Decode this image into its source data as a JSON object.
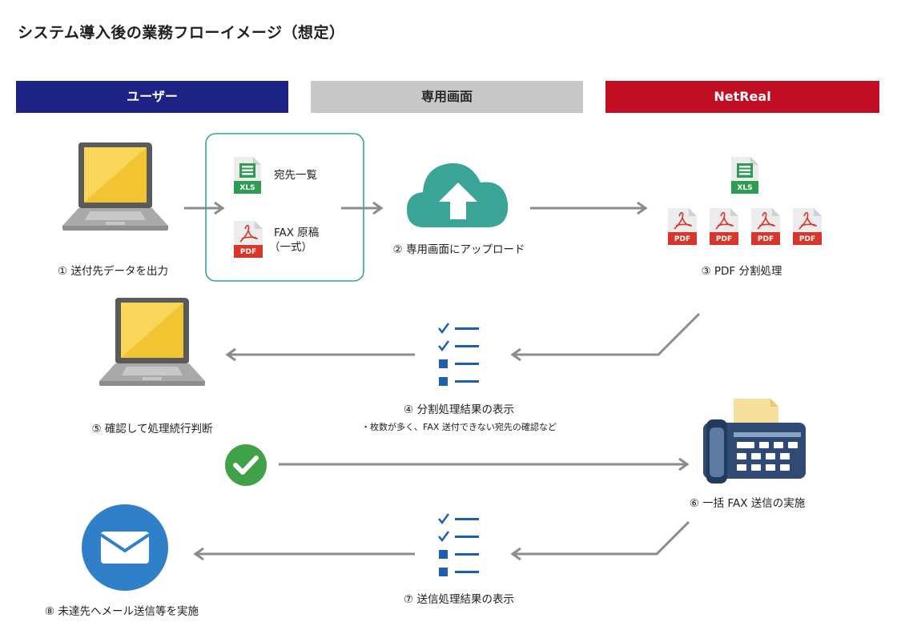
{
  "title": "システム導入後の業務フローイメージ（想定）",
  "lanes": {
    "user": "ユーザー",
    "screen": "専用画面",
    "netreal": "NetReal"
  },
  "files": {
    "xls_label": "宛先一覧",
    "pdf_label_line1": "FAX 原稿",
    "pdf_label_line2": "（一式）",
    "xls_tag": "XLS",
    "pdf_tag": "PDF"
  },
  "steps": {
    "s1": "① 送付先データを出力",
    "s2": "② 専用画面にアップロード",
    "s3": "③ PDF 分割処理",
    "s4": "④ 分割処理結果の表示",
    "s4_note": "・枚数が多く、FAX 送付できない宛先の確認など",
    "s5": "⑤ 確認して処理続行判断",
    "s6": "⑥ 一括 FAX 送信の実施",
    "s7": "⑦ 送信処理結果の表示",
    "s8": "⑧ 未達先へメール送信等を実施"
  },
  "colors": {
    "user_lane": "#1c2384",
    "screen_lane": "#c8c8c8",
    "netreal_lane": "#c20e22",
    "teal": "#3aa596",
    "green_check": "#3fa148",
    "mail_blue": "#2f80c8",
    "list_blue": "#1f5fb0",
    "arrow_gray": "#8c8c8c"
  }
}
